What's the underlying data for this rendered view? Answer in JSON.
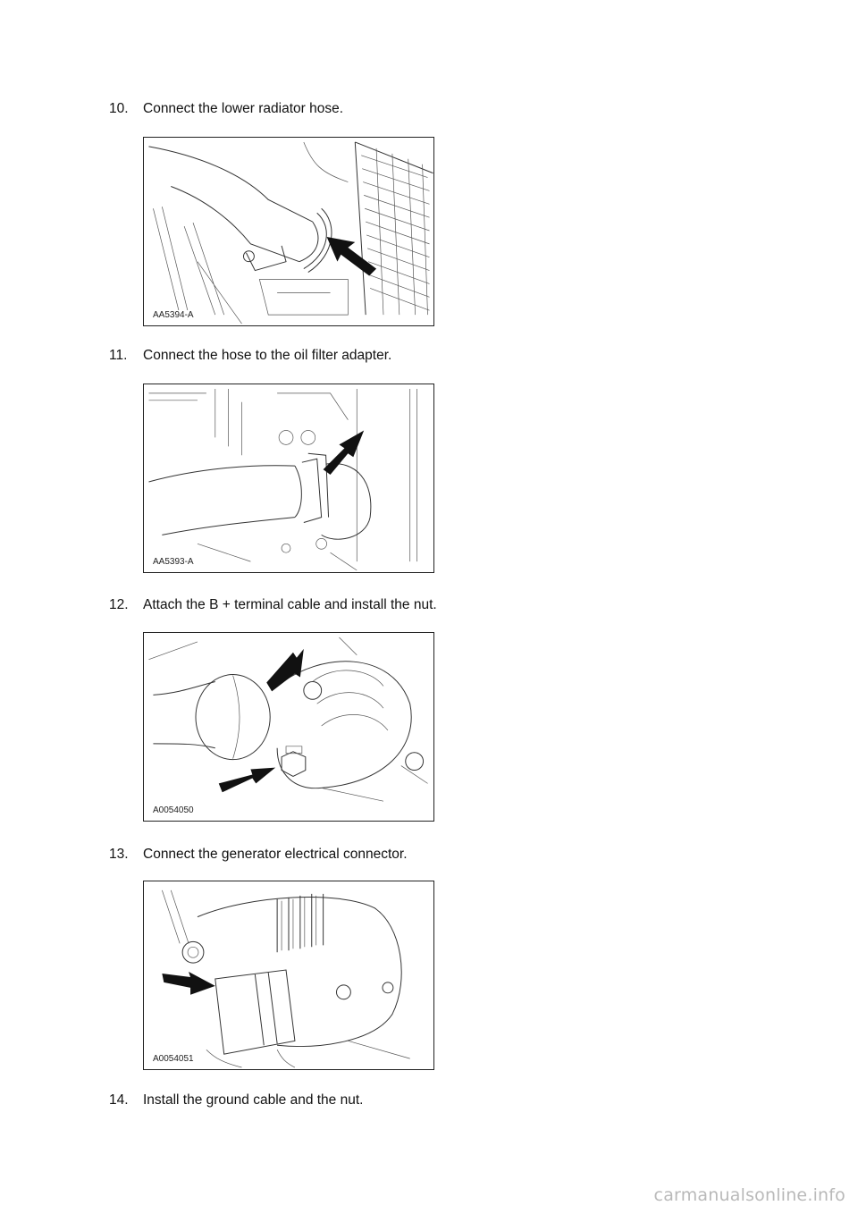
{
  "steps": [
    {
      "number": "10.",
      "text": "Connect the lower radiator hose.",
      "figure_id": "AA5394-A"
    },
    {
      "number": "11.",
      "text": "Connect the hose to the oil filter adapter.",
      "figure_id": "AA5393-A"
    },
    {
      "number": "12.",
      "text": "Attach the B + terminal cable and install the nut.",
      "figure_id": "A0054050"
    },
    {
      "number": "13.",
      "text": "Connect the generator electrical connector.",
      "figure_id": "A0054051"
    },
    {
      "number": "14.",
      "text": "Install the ground cable and the nut."
    }
  ],
  "watermark": "carmanualsonline.info"
}
